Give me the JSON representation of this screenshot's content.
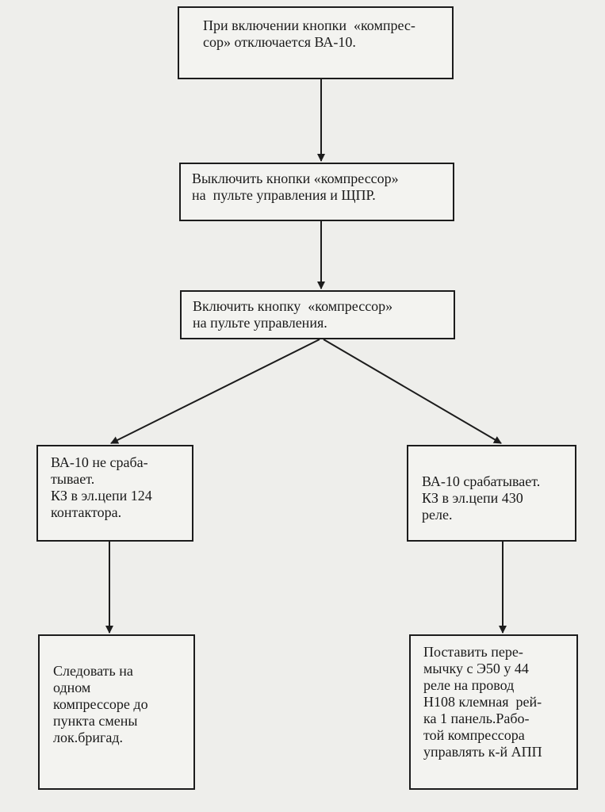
{
  "nodes": {
    "n1": {
      "lines": [
        "При включении кнопки  «компрес-",
        "сор» отключается ВА-10."
      ]
    },
    "n2": {
      "lines": [
        "Выключить кнопки «компрессор»",
        "на  пульте управления и ЩПР."
      ]
    },
    "n3": {
      "lines": [
        "Включить кнопку  «компрессор»",
        "на пульте управления."
      ]
    },
    "n4": {
      "lines": [
        "ВА-10 не сраба-",
        "тывает.",
        "КЗ в эл.цепи 124",
        "контактора."
      ]
    },
    "n5": {
      "lines": [
        "ВА-10 срабатывает.",
        "КЗ в эл.цепи 430",
        "реле."
      ]
    },
    "n6": {
      "lines": [
        "Следовать на",
        "одном",
        "компрессоре до",
        "пункта смены",
        "лок.бригад."
      ]
    },
    "n7": {
      "lines": [
        "Поставить пере-",
        "мычку с Э50 у 44",
        "реле на провод",
        "Н108 клемная  рей-",
        "ка 1 панель.Рабо-",
        "той компрессора",
        "управлять к-й АПП"
      ]
    }
  },
  "edges": [
    {
      "from": "n1",
      "to": "n2"
    },
    {
      "from": "n2",
      "to": "n3"
    },
    {
      "from": "n3",
      "to": "n4"
    },
    {
      "from": "n3",
      "to": "n5"
    },
    {
      "from": "n4",
      "to": "n6"
    },
    {
      "from": "n5",
      "to": "n7"
    }
  ]
}
